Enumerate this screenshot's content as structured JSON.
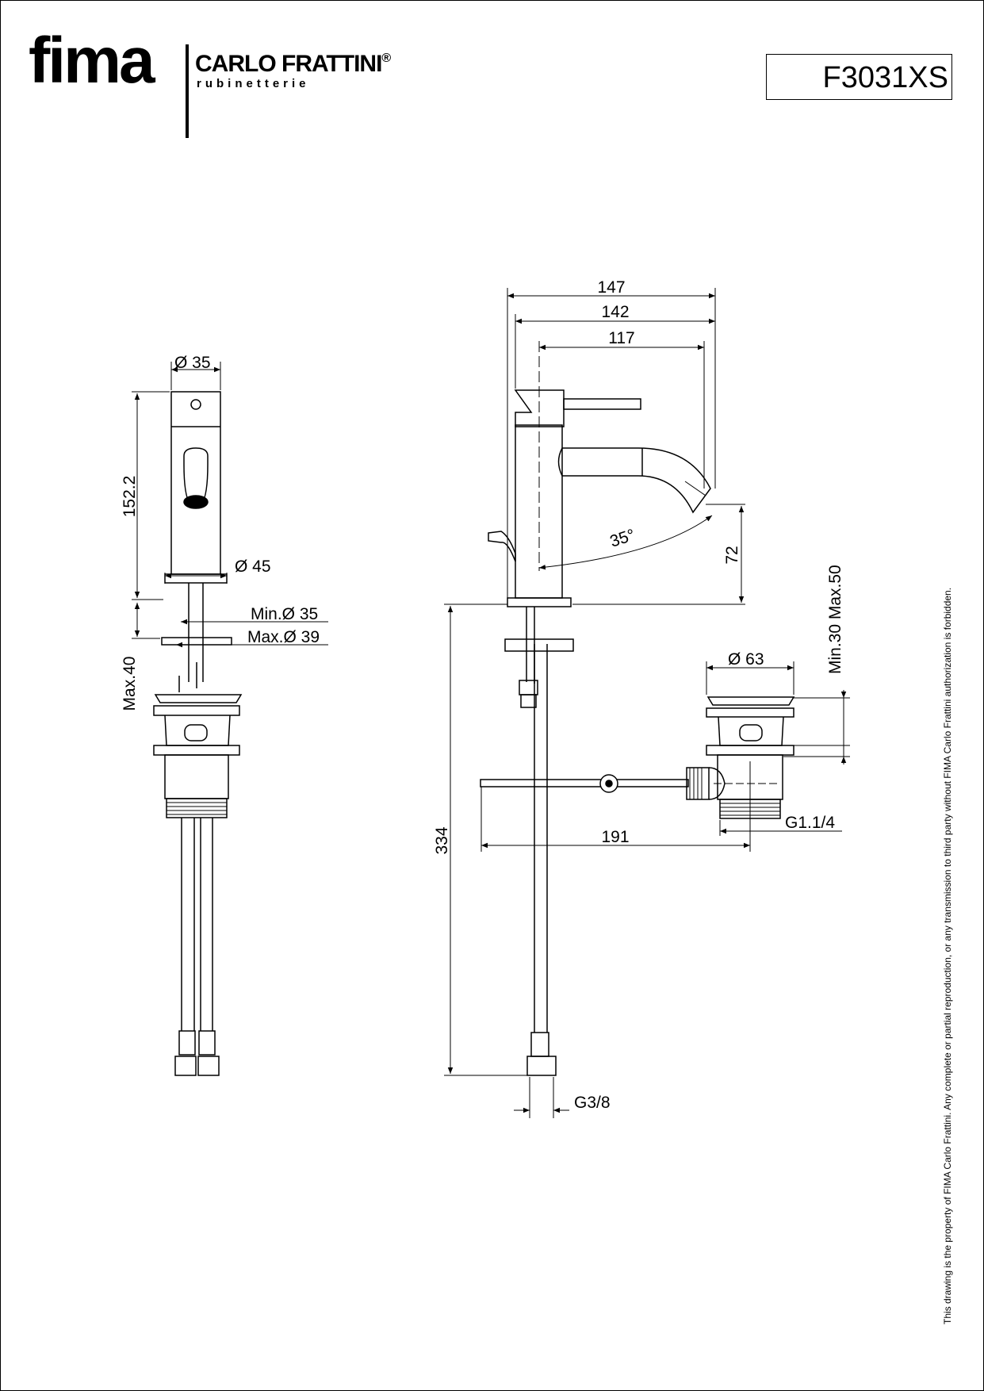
{
  "header": {
    "brand_wordmark": "fima",
    "brand_name": "CARLO FRATTINI",
    "brand_mark": "®",
    "brand_sub": "rubinetterie",
    "product_code": "F3031XS"
  },
  "dimensions": {
    "front": {
      "dia_top": "Ø 35",
      "height": "152.2",
      "dia_base": "Ø 45",
      "hole_min": "Min.Ø 35",
      "hole_max": "Max.Ø 39",
      "deck_max": "Max.40"
    },
    "side": {
      "d147": "147",
      "d142": "142",
      "d117": "117",
      "angle": "35°",
      "spout_h": "72",
      "total_h": "334",
      "thread": "G3/8"
    },
    "waste": {
      "dia": "Ø 63",
      "min_max": "Min.30 Max.50",
      "rod": "191",
      "thread": "G1.1/4"
    }
  },
  "footer": {
    "copyright": "This drawing is the property of FIMA Carlo Frattini. Any complete or partial reproduction, or any transmission to third party without FIMA Carlo Frattini authorization is forbidden."
  }
}
